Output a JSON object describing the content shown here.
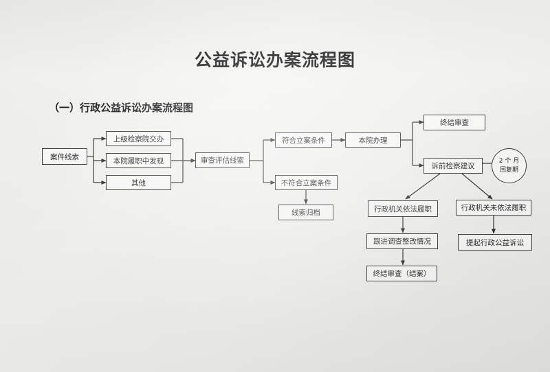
{
  "document": {
    "title": "公益诉讼办案流程图",
    "section_title": "（一）行政公益诉讼办案流程图"
  },
  "flow": {
    "clue_source": "案件线索",
    "source_superior": "上级检察院交办",
    "source_found": "本院履职中发现",
    "source_other": "其他",
    "assess": "审查评估线索",
    "meets": "符合立案条件",
    "not_meets": "不符合立案条件",
    "archive": "线索归档",
    "handle": "本院办理",
    "end_review": "终结审查",
    "pre_suggestion": "诉前检察建议",
    "reply_line1": "2 个 月",
    "reply_line2": "回复期",
    "agency_performed": "行政机关依法履职",
    "agency_not_performed": "行政机关未依法履职",
    "follow_up": "跟进调查整改情况",
    "end_review_closed": "终结审查（结案）",
    "file_suit": "提起行政公益诉讼"
  }
}
